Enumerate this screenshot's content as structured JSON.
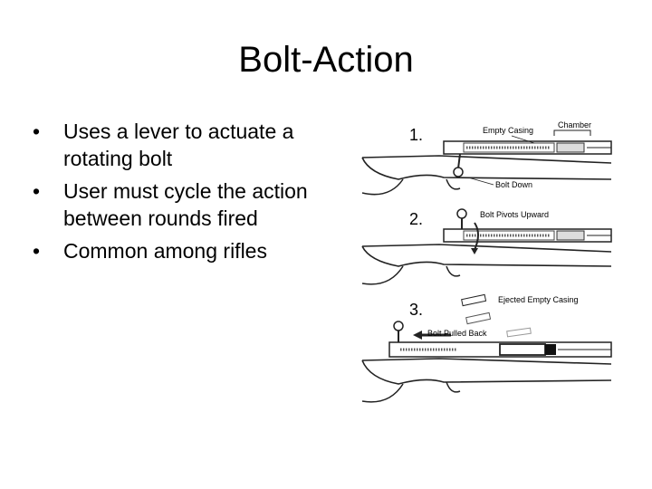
{
  "slide": {
    "title": "Bolt-Action",
    "bullets": [
      "Uses a lever to actuate a rotating bolt",
      "User must cycle the action between rounds fired",
      "Common among rifles"
    ]
  },
  "figure": {
    "steps": [
      {
        "number": "1.",
        "labels": [
          "Empty Casing",
          "Chamber",
          "Bolt Down"
        ]
      },
      {
        "number": "2.",
        "labels": [
          "Bolt Pivots Upward"
        ]
      },
      {
        "number": "3.",
        "labels": [
          "Ejected Empty Casing",
          "Bolt Pulled Back"
        ]
      }
    ]
  }
}
